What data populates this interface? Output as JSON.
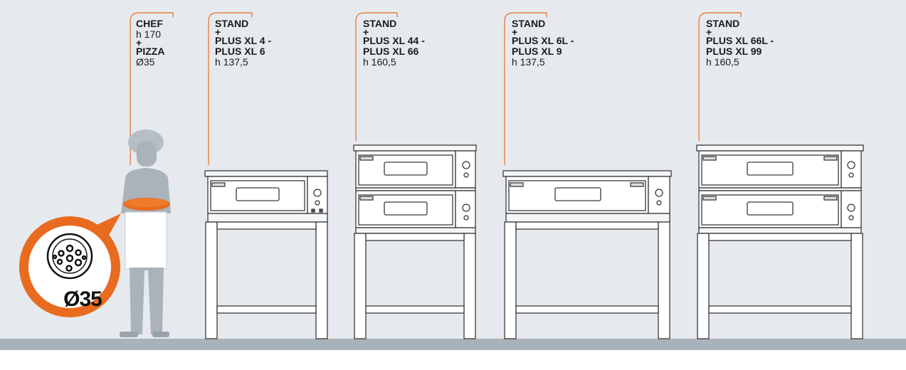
{
  "labels": {
    "chef": {
      "title": "CHEF",
      "plus": "+",
      "line2": "PIZZA",
      "sub1": "h 170",
      "sub2": "Ø35"
    },
    "oven1": {
      "title": "STAND",
      "plus": "+",
      "line2": "PLUS XL 4 -",
      "line3": "PLUS XL 6",
      "sub": "h 137,5"
    },
    "oven2": {
      "title": "STAND",
      "plus": "+",
      "line2": "PLUS XL 44 -",
      "line3": "PLUS XL 66",
      "sub": "h 160,5"
    },
    "oven3": {
      "title": "STAND",
      "plus": "+",
      "line2": "PLUS XL 6L -",
      "line3": "PLUS XL 9",
      "sub": "h 137,5"
    },
    "oven4": {
      "title": "STAND",
      "plus": "+",
      "line2": "PLUS XL 66L -",
      "line3": "PLUS XL 99",
      "sub": "h 160,5"
    }
  },
  "badge": {
    "text": "Ø35"
  },
  "colors": {
    "background": "#e6eaee",
    "floor": "#a9b2b9",
    "accent": "#e96b1f",
    "chef": "#aab3ba",
    "oven_line": "#3a3a3a"
  }
}
